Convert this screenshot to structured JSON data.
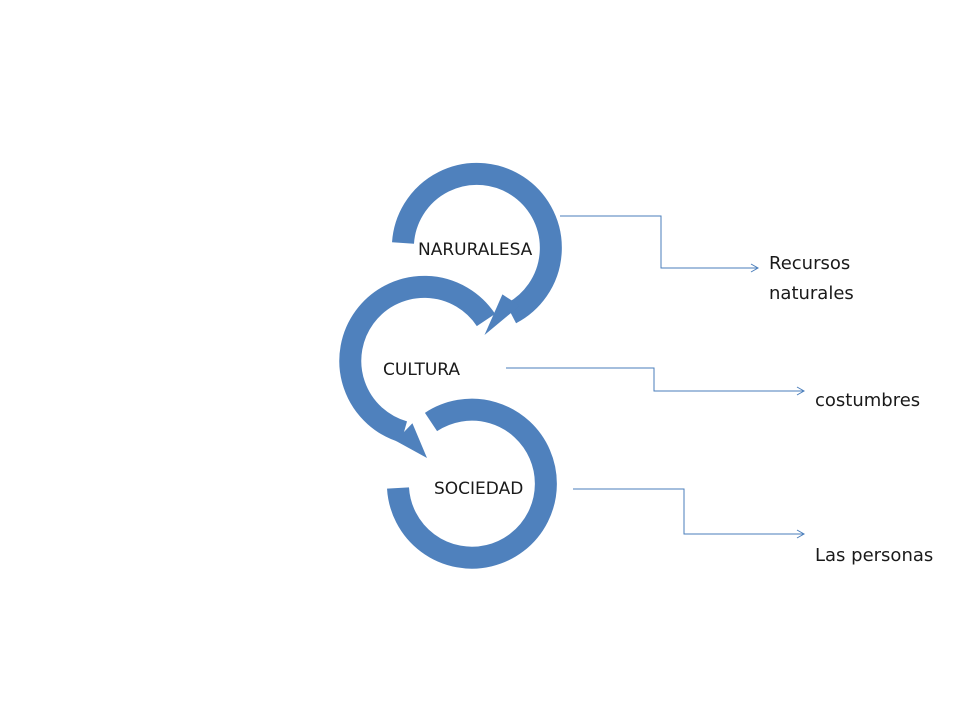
{
  "colors": {
    "ring": "#4f81bd",
    "connector": "#4a7ebb",
    "text": "#1a1a1a",
    "background": "#ffffff"
  },
  "nodes": [
    {
      "id": "naturaleza",
      "label": "NARURALESA"
    },
    {
      "id": "cultura",
      "label": "CULTURA"
    },
    {
      "id": "sociedad",
      "label": "SOCIEDAD"
    }
  ],
  "branches": [
    {
      "from": "naturaleza",
      "lines": [
        "Recursos",
        "naturales"
      ]
    },
    {
      "from": "cultura",
      "lines": [
        "costumbres"
      ]
    },
    {
      "from": "sociedad",
      "lines": [
        "Las personas"
      ]
    }
  ]
}
